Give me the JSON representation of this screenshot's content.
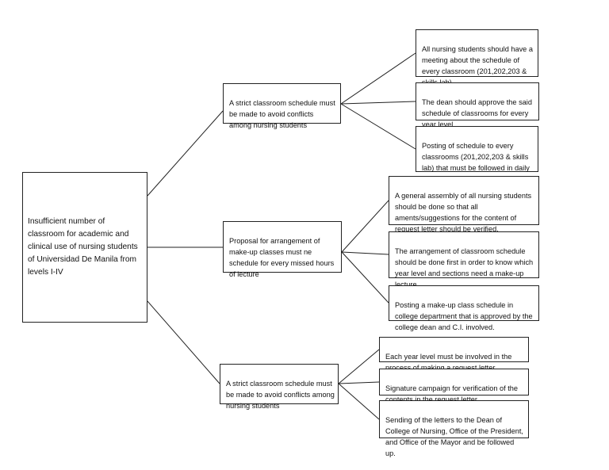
{
  "root": {
    "text": "Insufficient number of classroom for academic and clinical use of nursing students of Universidad De Manila from levels I-IV"
  },
  "branches": [
    {
      "text": "A strict classroom schedule must be made to avoid conflicts among nursing students",
      "children": [
        "All nursing students should have a meeting about the schedule of every classroom (201,202,203 & skills lab).",
        "The dean should approve the said schedule of classrooms for every year level.",
        "Posting of schedule to every classrooms (201,202,203 & skills lab) that must be followed in daily basis."
      ]
    },
    {
      "text": "Proposal for arrangement of make-up classes must ne schedule for every missed hours of lecture",
      "children": [
        "A general assembly of all nursing students should be done so that all aments/suggestions for the content of request letter should be verified.",
        "The arrangement of classroom schedule should be done first in order to know which year level and sections need a make-up lecture.",
        "Posting a make-up class schedule in college department that is approved by the college dean and C.I. involved."
      ]
    },
    {
      "text": "A strict classroom schedule must be made to avoid conflicts among nursing students",
      "children": [
        "Each year level must be involved in the process of making a request letter.",
        "Signature campaign for verification of the contents in the request letter.",
        "Sending of the letters to the Dean of College of Nursing, Office of the President, and Office of the Mayor and be followed up."
      ]
    }
  ]
}
